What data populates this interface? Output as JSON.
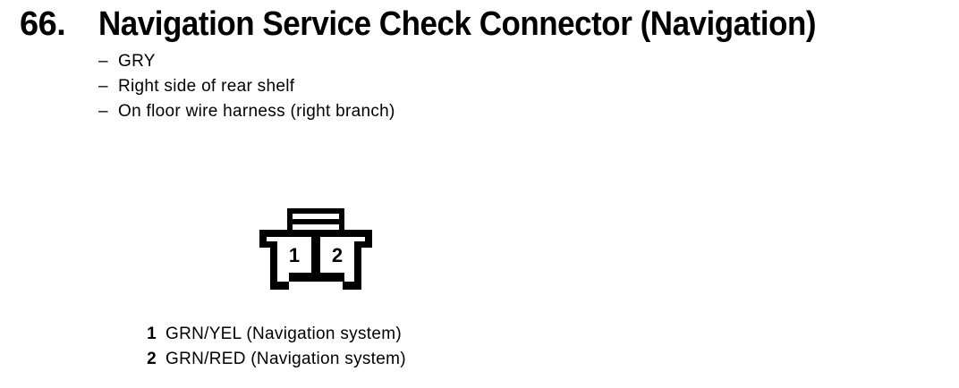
{
  "page": {
    "item_number": "66.",
    "title": "Navigation Service Check Connector (Navigation)",
    "bullet_char": "–",
    "details": [
      "GRY",
      "Right side of rear shelf",
      "On floor wire harness (right branch)"
    ],
    "connector": {
      "color_code": "GRY",
      "cavities": [
        "1",
        "2"
      ],
      "pins": [
        {
          "number": "1",
          "description": "GRN/YEL (Navigation system)"
        },
        {
          "number": "2",
          "description": "GRN/RED (Navigation system)"
        }
      ]
    },
    "colors": {
      "ink": "#000000",
      "background": "#ffffff"
    }
  }
}
